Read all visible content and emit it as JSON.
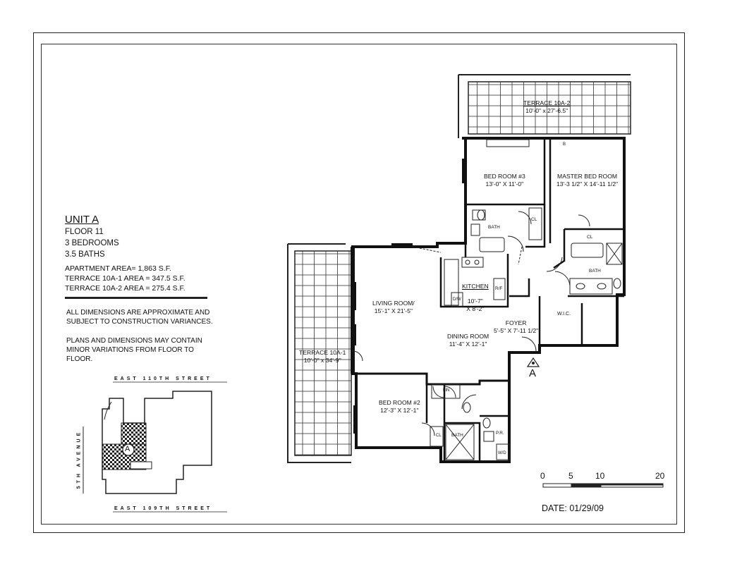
{
  "unit": {
    "title": "UNIT A",
    "floor": "FLOOR 11",
    "bedrooms": "3 BEDROOMS",
    "baths": "3.5 BATHS"
  },
  "areas": [
    "APARTMENT AREA= 1,863 S.F.",
    "TERRACE 10A-1 AREA = 347.5 S.F.",
    "TERRACE 10A-2 AREA = 275.4 S.F."
  ],
  "notes": [
    "ALL DIMENSIONS ARE APPROXIMATE AND\nSUBJECT TO CONSTRUCTION VARIANCES.",
    "PLANS AND DIMENSIONS MAY CONTAIN\nMINOR VARIATIONS FROM FLOOR TO\nFLOOR."
  ],
  "rooms": {
    "terrace_2": {
      "name": "TERRACE 10A-2",
      "dims": "10'-0\" x 27'-6.5\""
    },
    "bedroom_3": {
      "name": "BED ROOM #3",
      "dims": "13'-0\" X 11'-0\""
    },
    "master": {
      "name": "MASTER BED ROOM",
      "dims": "13'-3 1/2\" X 14'-11 1/2\""
    },
    "kitchen": {
      "name": "KITCHEN",
      "dims": "10'-7\"\nX 8'-2\""
    },
    "living": {
      "name": "LIVING ROOM/",
      "dims": "15'-1\" X 21'-5\""
    },
    "dining": {
      "name": "DINING ROOM",
      "dims": "11'-4\" X 12'-1\""
    },
    "foyer": {
      "name": "FOYER",
      "dims": "5'-5\" X 7'-11 1/2\""
    },
    "terrace_1": {
      "name": "TERRACE 10A-1",
      "dims": "10'-0\" x 34'-9\""
    },
    "bedroom_2": {
      "name": "BED ROOM #2",
      "dims": "12'-3\" X 12'-1\""
    }
  },
  "small_labels": {
    "bath": "BATH",
    "cl": "CL",
    "wic": "W.I.C.",
    "pr": "P.R.",
    "rf": "R/F",
    "dw": "D/W",
    "wd": "W/D",
    "linen": "LIN",
    "b": "B"
  },
  "key_plan": {
    "street_top": "EAST 110TH STREET",
    "street_bottom": "EAST 109TH STREET",
    "avenue": "5TH AVENUE",
    "unit_marker": "A"
  },
  "compass_marker": "A",
  "scale": {
    "labels": [
      "0",
      "5",
      "10",
      "20"
    ]
  },
  "date": "DATE:  01/29/09"
}
